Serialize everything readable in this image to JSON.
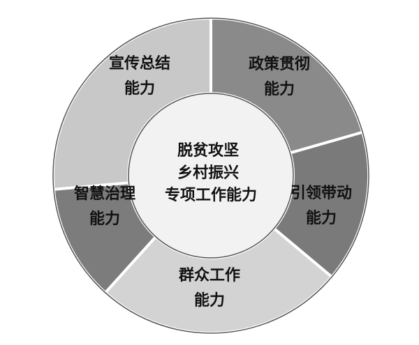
{
  "diagram": {
    "center": {
      "lines": [
        "脱贫攻坚",
        "乡村振兴",
        "专项工作能力"
      ],
      "fill": "#f2f2f2"
    },
    "segments": [
      {
        "lines": [
          "政策贯彻",
          "能力"
        ],
        "fill": "#8a8a8a"
      },
      {
        "lines": [
          "引领带动",
          "能力"
        ],
        "fill": "#7a7a7a"
      },
      {
        "lines": [
          "群众工作",
          "能力"
        ],
        "fill": "#d3d3d3"
      },
      {
        "lines": [
          "智慧治理",
          "能力"
        ],
        "fill": "#7c7c7c"
      },
      {
        "lines": [
          "宣传总结",
          "能力"
        ],
        "fill": "#c8c8c8"
      }
    ],
    "ring_stroke": "#555555",
    "divider_color": "#ffffff"
  }
}
